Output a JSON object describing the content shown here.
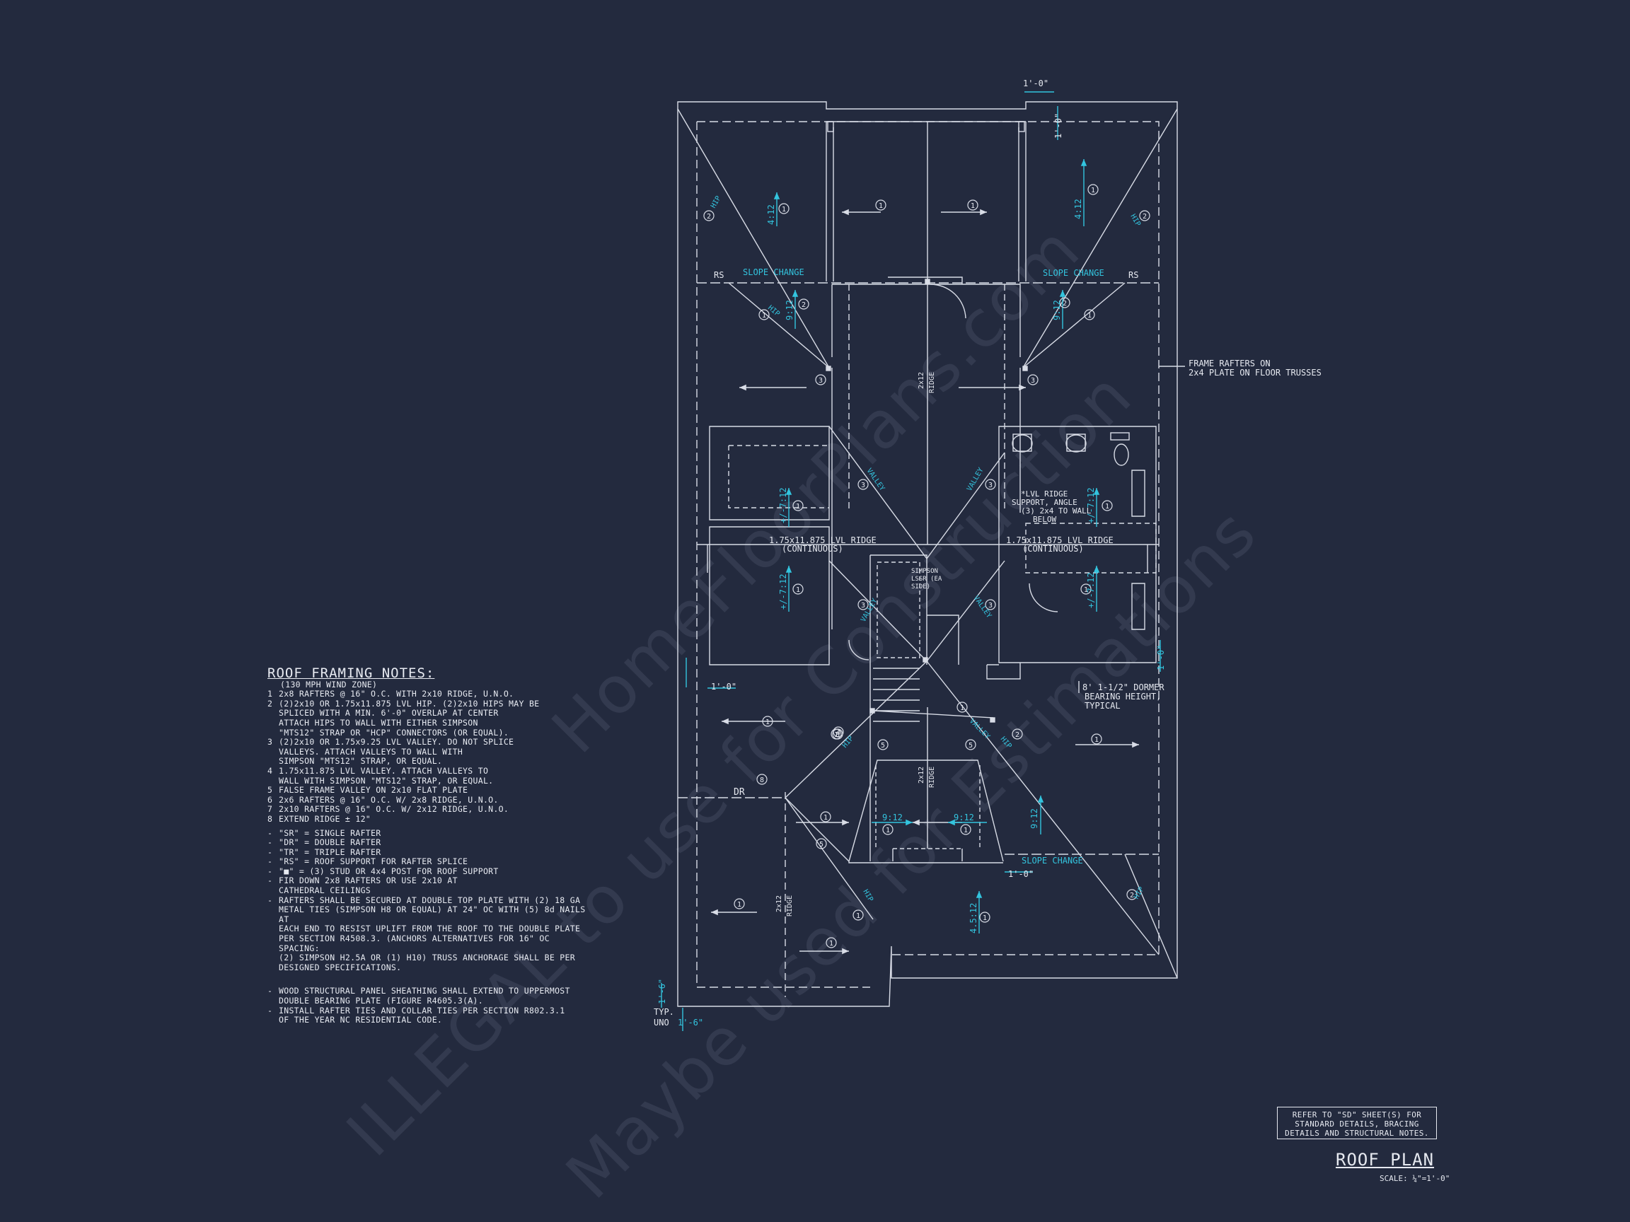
{
  "notes": {
    "title": "ROOF FRAMING NOTES:",
    "subtitle": "(130 MPH WIND ZONE)",
    "items": [
      {
        "n": "1",
        "lines": [
          "2x8 RAFTERS @ 16\" O.C. WITH 2x10 RIDGE, U.N.O."
        ]
      },
      {
        "n": "2",
        "lines": [
          "(2)2x10 OR 1.75x11.875 LVL HIP.  (2)2x10 HIPS MAY BE",
          "SPLICED WITH A MIN. 6'-0\" OVERLAP AT CENTER",
          "ATTACH HIPS TO WALL WITH EITHER SIMPSON",
          "\"MTS12\" STRAP OR \"HCP\" CONNECTORS (OR EQUAL)."
        ]
      },
      {
        "n": "3",
        "lines": [
          "(2)2x10 OR 1.75x9.25 LVL VALLEY.  DO NOT SPLICE",
          "VALLEYS.  ATTACH VALLEYS TO WALL WITH",
          "SIMPSON \"MTS12\" STRAP, OR EQUAL."
        ]
      },
      {
        "n": "4",
        "lines": [
          "1.75x11.875 LVL VALLEY.  ATTACH VALLEYS TO",
          "WALL WITH SIMPSON \"MTS12\" STRAP, OR EQUAL."
        ]
      },
      {
        "n": "5",
        "lines": [
          "FALSE FRAME VALLEY ON 2x10 FLAT PLATE"
        ]
      },
      {
        "n": "6",
        "lines": [
          "2x6 RAFTERS @ 16\" O.C. W/ 2x8 RIDGE, U.N.O."
        ]
      },
      {
        "n": "7",
        "lines": [
          "2x10 RAFTERS @ 16\" O.C. W/ 2x12 RIDGE, U.N.O."
        ]
      },
      {
        "n": "8",
        "lines": [
          "EXTEND RIDGE ± 12\""
        ]
      }
    ],
    "bullets": [
      [
        "\"SR\" = SINGLE RAFTER"
      ],
      [
        "\"DR\" = DOUBLE RAFTER"
      ],
      [
        "\"TR\" = TRIPLE RAFTER"
      ],
      [
        "\"RS\" = ROOF SUPPORT FOR RAFTER SPLICE"
      ],
      [
        "\"■\" = (3) STUD OR 4x4 POST FOR ROOF SUPPORT"
      ],
      [
        "FIR DOWN 2x8 RAFTERS OR USE 2x10 AT",
        "CATHEDRAL CEILINGS"
      ],
      [
        "RAFTERS SHALL BE SECURED AT DOUBLE TOP PLATE WITH (2) 18 GA",
        "METAL TIES (SIMPSON H8 OR EQUAL) AT 24\" OC WITH (5) 8d NAILS AT",
        "EACH END TO RESIST UPLIFT FROM THE ROOF TO THE DOUBLE PLATE",
        "PER SECTION R4508.3. (ANCHORS ALTERNATIVES FOR 16\" OC SPACING:",
        "(2) SIMPSON H2.5A OR (1) H10) TRUSS ANCHORAGE SHALL BE PER",
        "DESIGNED SPECIFICATIONS."
      ]
    ],
    "bullets2": [
      [
        "WOOD STRUCTURAL PANEL SHEATHING SHALL EXTEND TO UPPERMOST",
        "DOUBLE BEARING PLATE (FIGURE R4605.3(A)."
      ],
      [
        "INSTALL RAFTER TIES AND COLLAR TIES PER SECTION R802.3.1",
        "OF THE YEAR NC RESIDENTIAL CODE."
      ]
    ]
  },
  "plan": {
    "labels_white": [
      "1'-0\"",
      "1'-0\"",
      "RS",
      "RS",
      "FRAME RAFTERS ON",
      "2x4 PLATE ON FLOOR TRUSSES",
      "1.75x11.875 LVL RIDGE",
      "(CONTINUOUS)",
      "1.75x11.875 LVL RIDGE",
      "(CONTINUOUS)",
      "*LVL RIDGE",
      "SUPPORT, ANGLE",
      "(3) 2x4 TO WALL",
      "BELOW",
      "SIMPSON",
      "LSSR (EA",
      "SIDE)",
      "8' 1-1/2\" DORMER",
      "BEARING HEIGHT,",
      "TYPICAL",
      "1'-0\"",
      "DR",
      "1'-0\"",
      "TYP.",
      "UNO"
    ],
    "labels_cyan": [
      "SLOPE CHANGE",
      "SLOPE CHANGE",
      "SLOPE CHANGE",
      "4:12",
      "4:12",
      "9:12",
      "9:12",
      "+/-7:12",
      "+/-7:12",
      "+/-7:12",
      "+/-7:12",
      "9:12",
      "9:12",
      "9:12",
      "4.5:12",
      "1'-0\"",
      "1'-6\"",
      "1'-6\"",
      "HIP",
      "HIP",
      "HIP",
      "HIP",
      "HIP",
      "HIP",
      "HIP",
      "VALLEY",
      "VALLEY",
      "VALLEY",
      "VALLEY",
      "VALLEY"
    ],
    "ridge_labels": [
      "2x12",
      "RIDGE",
      "2x12",
      "RIDGE",
      "2x12",
      "RIDGE"
    ]
  },
  "ref_box": [
    "REFER TO \"SD\" SHEET(S) FOR",
    "STANDARD DETAILS, BRACING",
    "DETAILS AND STRUCTURAL NOTES."
  ],
  "title": "ROOF PLAN",
  "scale": "SCALE: ¼\"=1'-0\"",
  "watermarks": [
    "ILLEGAL to use for Construction",
    "Maybe used for Estimations",
    "HomeFloorPlans.com"
  ],
  "colors": {
    "background": "#232a3e",
    "line": "#d8dce6",
    "accent": "#33c4de"
  }
}
